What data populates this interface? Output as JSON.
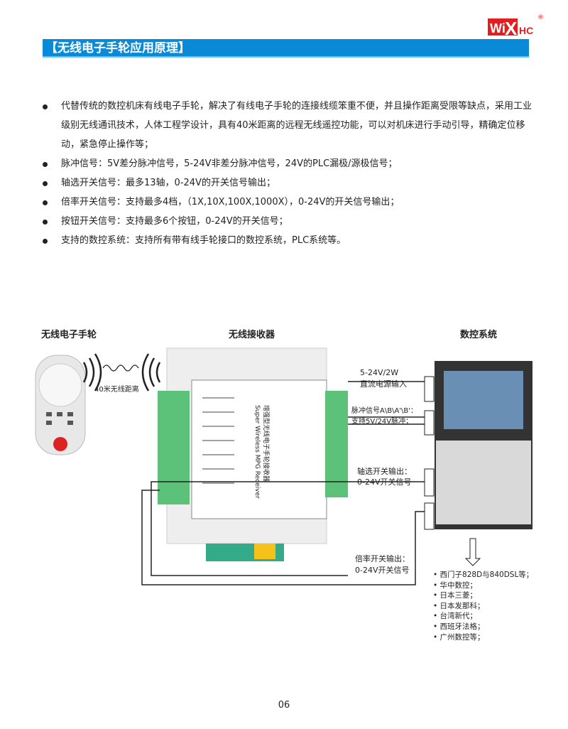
{
  "logo": {
    "text": "WiXHC",
    "registered": "®"
  },
  "title": "【无线电子手轮应用原理】",
  "bullets": [
    "代替传统的数控机床有线电子手轮，解决了有线电子手轮的连接线缆笨重不便，并且操作距离受限等缺点，采用工业级别无线通讯技术，人体工程学设计，具有40米距离的远程无线遥控功能，可以对机床进行手动引导，精确定位移动，紧急停止操作等；",
    "脉冲信号：5V差分脉冲信号，5-24V非差分脉冲信号，24V的PLC漏极/源极信号；",
    "轴选开关信号：最多13轴，0-24V的开关信号输出；",
    "倍率开关信号：支持最多4档，（1X,10X,100X,1000X），0-24V的开关信号输出；",
    "按钮开关信号：支持最多6个按钮，0-24V的开关信号；",
    "支持的数控系统：支持所有带有线手轮接口的数控系统，PLC系统等。"
  ],
  "diagram": {
    "handwheel_label": "无线电子手轮",
    "receiver_label": "无线接收器",
    "cnc_label": "数控系统",
    "distance": "40米无线距离",
    "power_1": "5-24V/2W",
    "power_2": "直流电源输入",
    "pulse_1": "脉冲信号A\\B\\A'\\B'：",
    "pulse_2": "支持5V/24V脉冲；",
    "axis_1": "轴选开关输出：",
    "axis_2": "0-24V开关信号",
    "rate_1": "倍率开关输出：",
    "rate_2": "0-24V开关信号",
    "receiver_name_cn": "增强型无线电子手轮接收器",
    "receiver_name_en": "Super Wireless MPG Receiver",
    "systems": [
      "西门子828D与840DSL等；",
      "华中数控；",
      "日本三菱；",
      "日本发那科；",
      "台湾新代；",
      "西班牙法格；",
      "广州数控等；"
    ]
  },
  "page_number": "06",
  "colors": {
    "accent": "#0a8ad6",
    "brand_red": "#e02020",
    "terminal_green": "#5cc27a"
  }
}
